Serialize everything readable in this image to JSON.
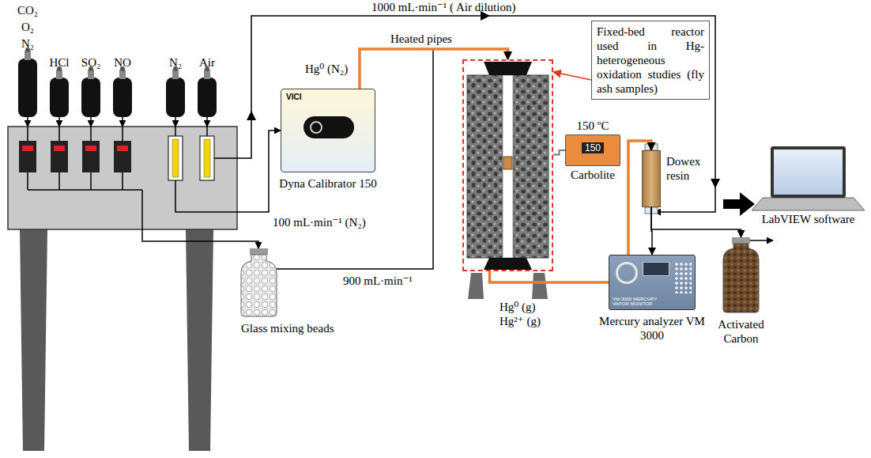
{
  "diagram": {
    "nodes": [
      {
        "text": [
          "VICI",
          "Dyna Calibrator 150"
        ]
      },
      {
        "text": [
          "Hg⁰ (g) Hg²⁺ (g)"
        ]
      },
      {
        "text": [
          "Fixed-bed reactor used in Hg-heterogeneous oxidation studies (fly ash samples)"
        ]
      },
      {
        "text": [
          "150 ºC",
          "150",
          "Carbolite"
        ]
      },
      {
        "text": [
          "Dowex resin"
        ]
      },
      {
        "text": [
          "VM-3000 MERCURY VAPOR MONITOR",
          "Mercury analyzer VM 3000"
        ]
      },
      {
        "text": [
          "Activated Carbon"
        ]
      },
      {
        "text": [
          "LabVIEW software"
        ]
      },
      {
        "text": [
          "Glass mixing beads"
        ]
      }
    ],
    "edges": [
      {
        "from": 0,
        "to": 1,
        "arrow": "to",
        "label": "Heated pipes"
      },
      {
        "from": 8,
        "to": 1,
        "arrow": "to",
        "label": "900 mL·min⁻¹"
      },
      {
        "from": 2,
        "to": 1,
        "arrow": "to"
      },
      {
        "from": 1,
        "to": 3,
        "arrow": "none"
      },
      {
        "from": 1,
        "to": 4,
        "arrow": "to"
      },
      {
        "from": 4,
        "to": 5,
        "arrow": "to"
      },
      {
        "from": 4,
        "to": 6,
        "arrow": "to"
      }
    ],
    "labels": [
      "CO₂",
      "O₂",
      "N₂",
      "HCl",
      "SO₂",
      "NO",
      "N₂",
      "Air",
      "1000 mL·min⁻¹ ( Air dilution)",
      "Hg⁰ (N₂)",
      "100 mL·min⁻¹ (N₂)"
    ]
  }
}
